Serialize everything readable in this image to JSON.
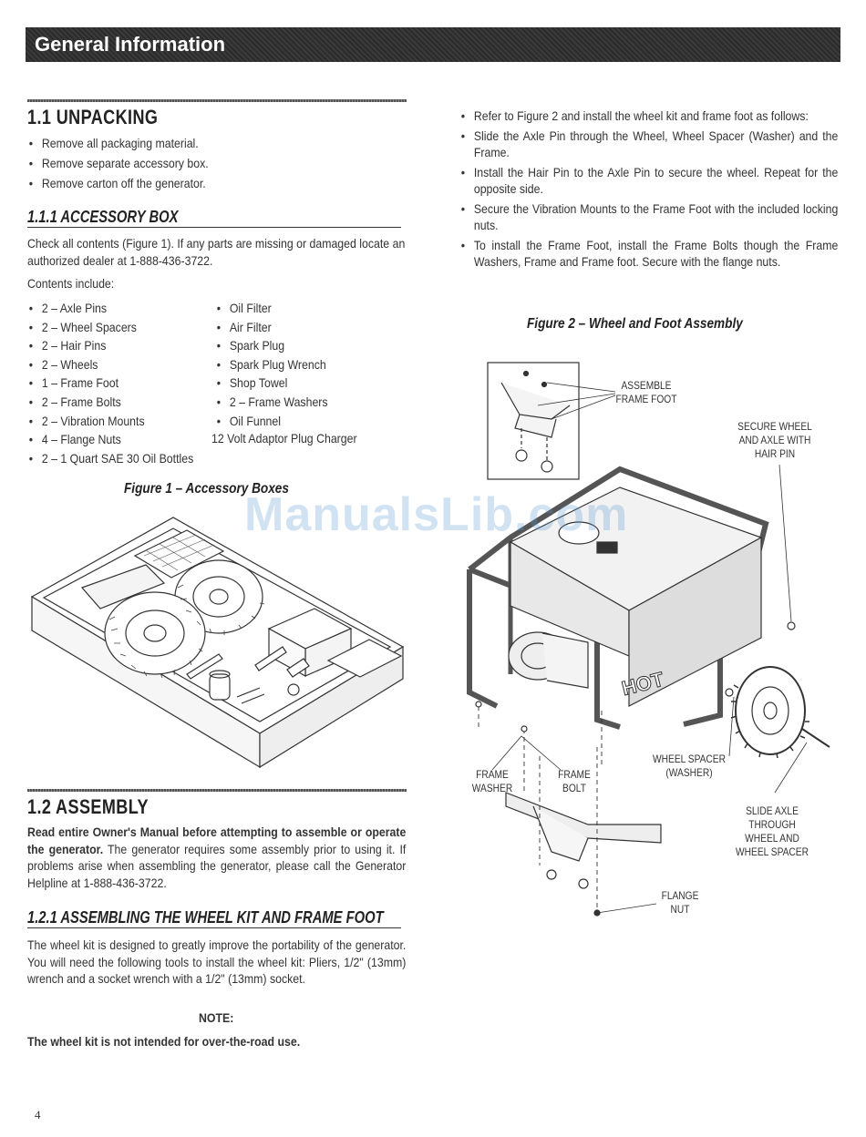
{
  "header": {
    "title": "General Information"
  },
  "section_1_1": {
    "heading": "1.1  UNPACKING",
    "bullets": [
      "Remove all packaging material.",
      "Remove separate accessory box.",
      "Remove carton off the generator."
    ]
  },
  "section_1_1_1": {
    "heading": "1.1.1  ACCESSORY BOX",
    "intro": "Check all contents (Figure 1). If any parts are missing or damaged locate an authorized dealer at 1-888-436-3722.",
    "contents_label": "Contents include:",
    "left_items": [
      "2 – Axle Pins",
      "2 – Wheel Spacers",
      "2 – Hair Pins",
      "2 – Wheels",
      "1 – Frame Foot",
      "2 – Frame Bolts",
      "2 – Vibration Mounts",
      "4 – Flange Nuts",
      "2 – 1 Quart SAE 30 Oil Bottles"
    ],
    "right_items": [
      "Oil Filter",
      "Air Filter",
      "Spark Plug",
      "Spark Plug Wrench",
      "Shop Towel",
      "2 – Frame Washers",
      "Oil Funnel"
    ],
    "right_extra": "12 Volt Adaptor Plug Charger",
    "figure_caption": "Figure 1 – Accessory Boxes"
  },
  "section_1_2": {
    "heading": "1.2  ASSEMBLY",
    "bold_lead": "Read entire Owner's Manual before attempting to assemble or operate the generator.",
    "body": " The generator requires some assembly prior to using it. If problems arise when assembling the generator, please call the Generator Helpline at 1-888-436-3722."
  },
  "section_1_2_1": {
    "heading": "1.2.1  ASSEMBLING THE WHEEL KIT AND FRAME FOOT",
    "body": "The wheel kit is designed to greatly improve the portability of the generator. You will need the following tools to install the wheel kit: Pliers, 1/2\" (13mm) wrench and a socket wrench with a 1/2\" (13mm) socket.",
    "note_label": "NOTE:",
    "note_text": "The wheel kit is not intended for over-the-road use."
  },
  "right_column": {
    "bullets": [
      "Refer to Figure 2 and install the wheel kit and frame foot as follows:",
      "Slide the Axle Pin through the Wheel, Wheel Spacer (Washer) and the Frame.",
      "Install the Hair Pin to the Axle Pin to secure the wheel. Repeat for the opposite side.",
      "Secure the Vibration Mounts to the Frame Foot with the included locking nuts.",
      "To install the Frame Foot, install the Frame Bolts though the Frame Washers, Frame and Frame foot. Secure with the flange nuts."
    ],
    "figure_caption": "Figure 2 – Wheel and Foot Assembly",
    "labels": {
      "assemble_frame_foot": "ASSEMBLE FRAME FOOT",
      "secure_wheel": "SECURE WHEEL AND AXLE WITH HAIR PIN",
      "wheel_spacer": "WHEEL SPACER (WASHER)",
      "frame_washer": "FRAME WASHER",
      "frame_bolt": "FRAME BOLT",
      "slide_axle": "SLIDE AXLE THROUGH WHEEL AND WHEEL SPACER",
      "flange_nut": "FLANGE NUT",
      "hot": "HOT"
    }
  },
  "watermark": "ManualsLib.com",
  "page_number": "4"
}
